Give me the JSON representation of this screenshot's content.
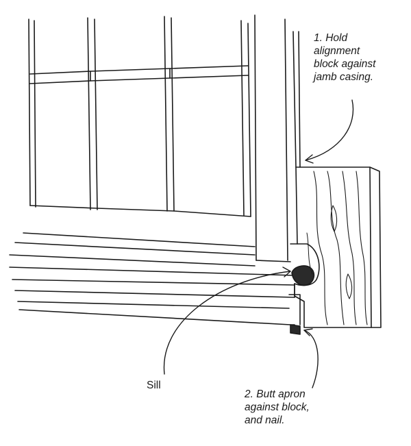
{
  "callouts": {
    "step1": {
      "lines": [
        "1. Hold",
        "alignment",
        "block against",
        "jamb casing."
      ]
    },
    "step2": {
      "lines": [
        "2. Butt apron",
        "against block,",
        "and nail."
      ]
    },
    "sill": {
      "label": "Sill"
    }
  },
  "colors": {
    "ink": "#1a1a1a",
    "paper": "#ffffff",
    "shade": "#2a2a2a"
  }
}
